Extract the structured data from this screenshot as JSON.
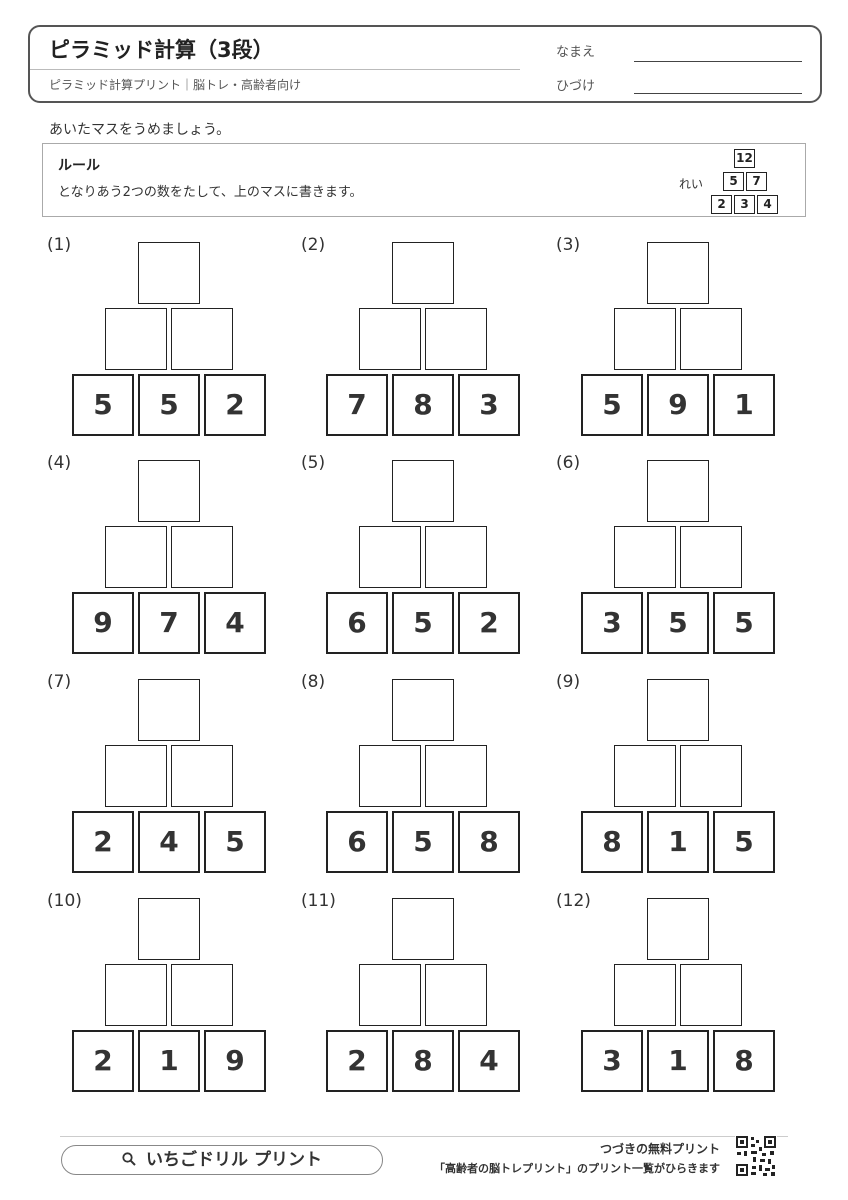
{
  "header": {
    "title": "ピラミッド計算（3段）",
    "subtitle": "ピラミッド計算プリント｜脳トレ・高齢者向け",
    "name_label": "なまえ",
    "date_label": "ひづけ"
  },
  "instruction": "あいたマスをうめましょう。",
  "rule": {
    "title": "ルール",
    "text": "となりあう2つの数をたして、上のマスに書きます。",
    "example_label": "れい",
    "example": {
      "top": "12",
      "middle": [
        "5",
        "7"
      ],
      "bottom": [
        "2",
        "3",
        "4"
      ]
    }
  },
  "problems": [
    {
      "label": "(1)",
      "bottom": [
        "5",
        "5",
        "2"
      ]
    },
    {
      "label": "(2)",
      "bottom": [
        "7",
        "8",
        "3"
      ]
    },
    {
      "label": "(3)",
      "bottom": [
        "5",
        "9",
        "1"
      ]
    },
    {
      "label": "(4)",
      "bottom": [
        "9",
        "7",
        "4"
      ]
    },
    {
      "label": "(5)",
      "bottom": [
        "6",
        "5",
        "2"
      ]
    },
    {
      "label": "(6)",
      "bottom": [
        "3",
        "5",
        "5"
      ]
    },
    {
      "label": "(7)",
      "bottom": [
        "2",
        "4",
        "5"
      ]
    },
    {
      "label": "(8)",
      "bottom": [
        "6",
        "5",
        "8"
      ]
    },
    {
      "label": "(9)",
      "bottom": [
        "8",
        "1",
        "5"
      ]
    },
    {
      "label": "(10)",
      "bottom": [
        "2",
        "1",
        "9"
      ]
    },
    {
      "label": "(11)",
      "bottom": [
        "2",
        "8",
        "4"
      ]
    },
    {
      "label": "(12)",
      "bottom": [
        "3",
        "1",
        "8"
      ]
    }
  ],
  "footer": {
    "brand": "いちごドリル プリント",
    "next_label": "つづきの無料プリント",
    "list_text": "「高齢者の脳トレプリント」のプリント一覧がひらきます",
    "icons": {
      "search": "search-icon",
      "qr": "qr-code-icon"
    }
  }
}
